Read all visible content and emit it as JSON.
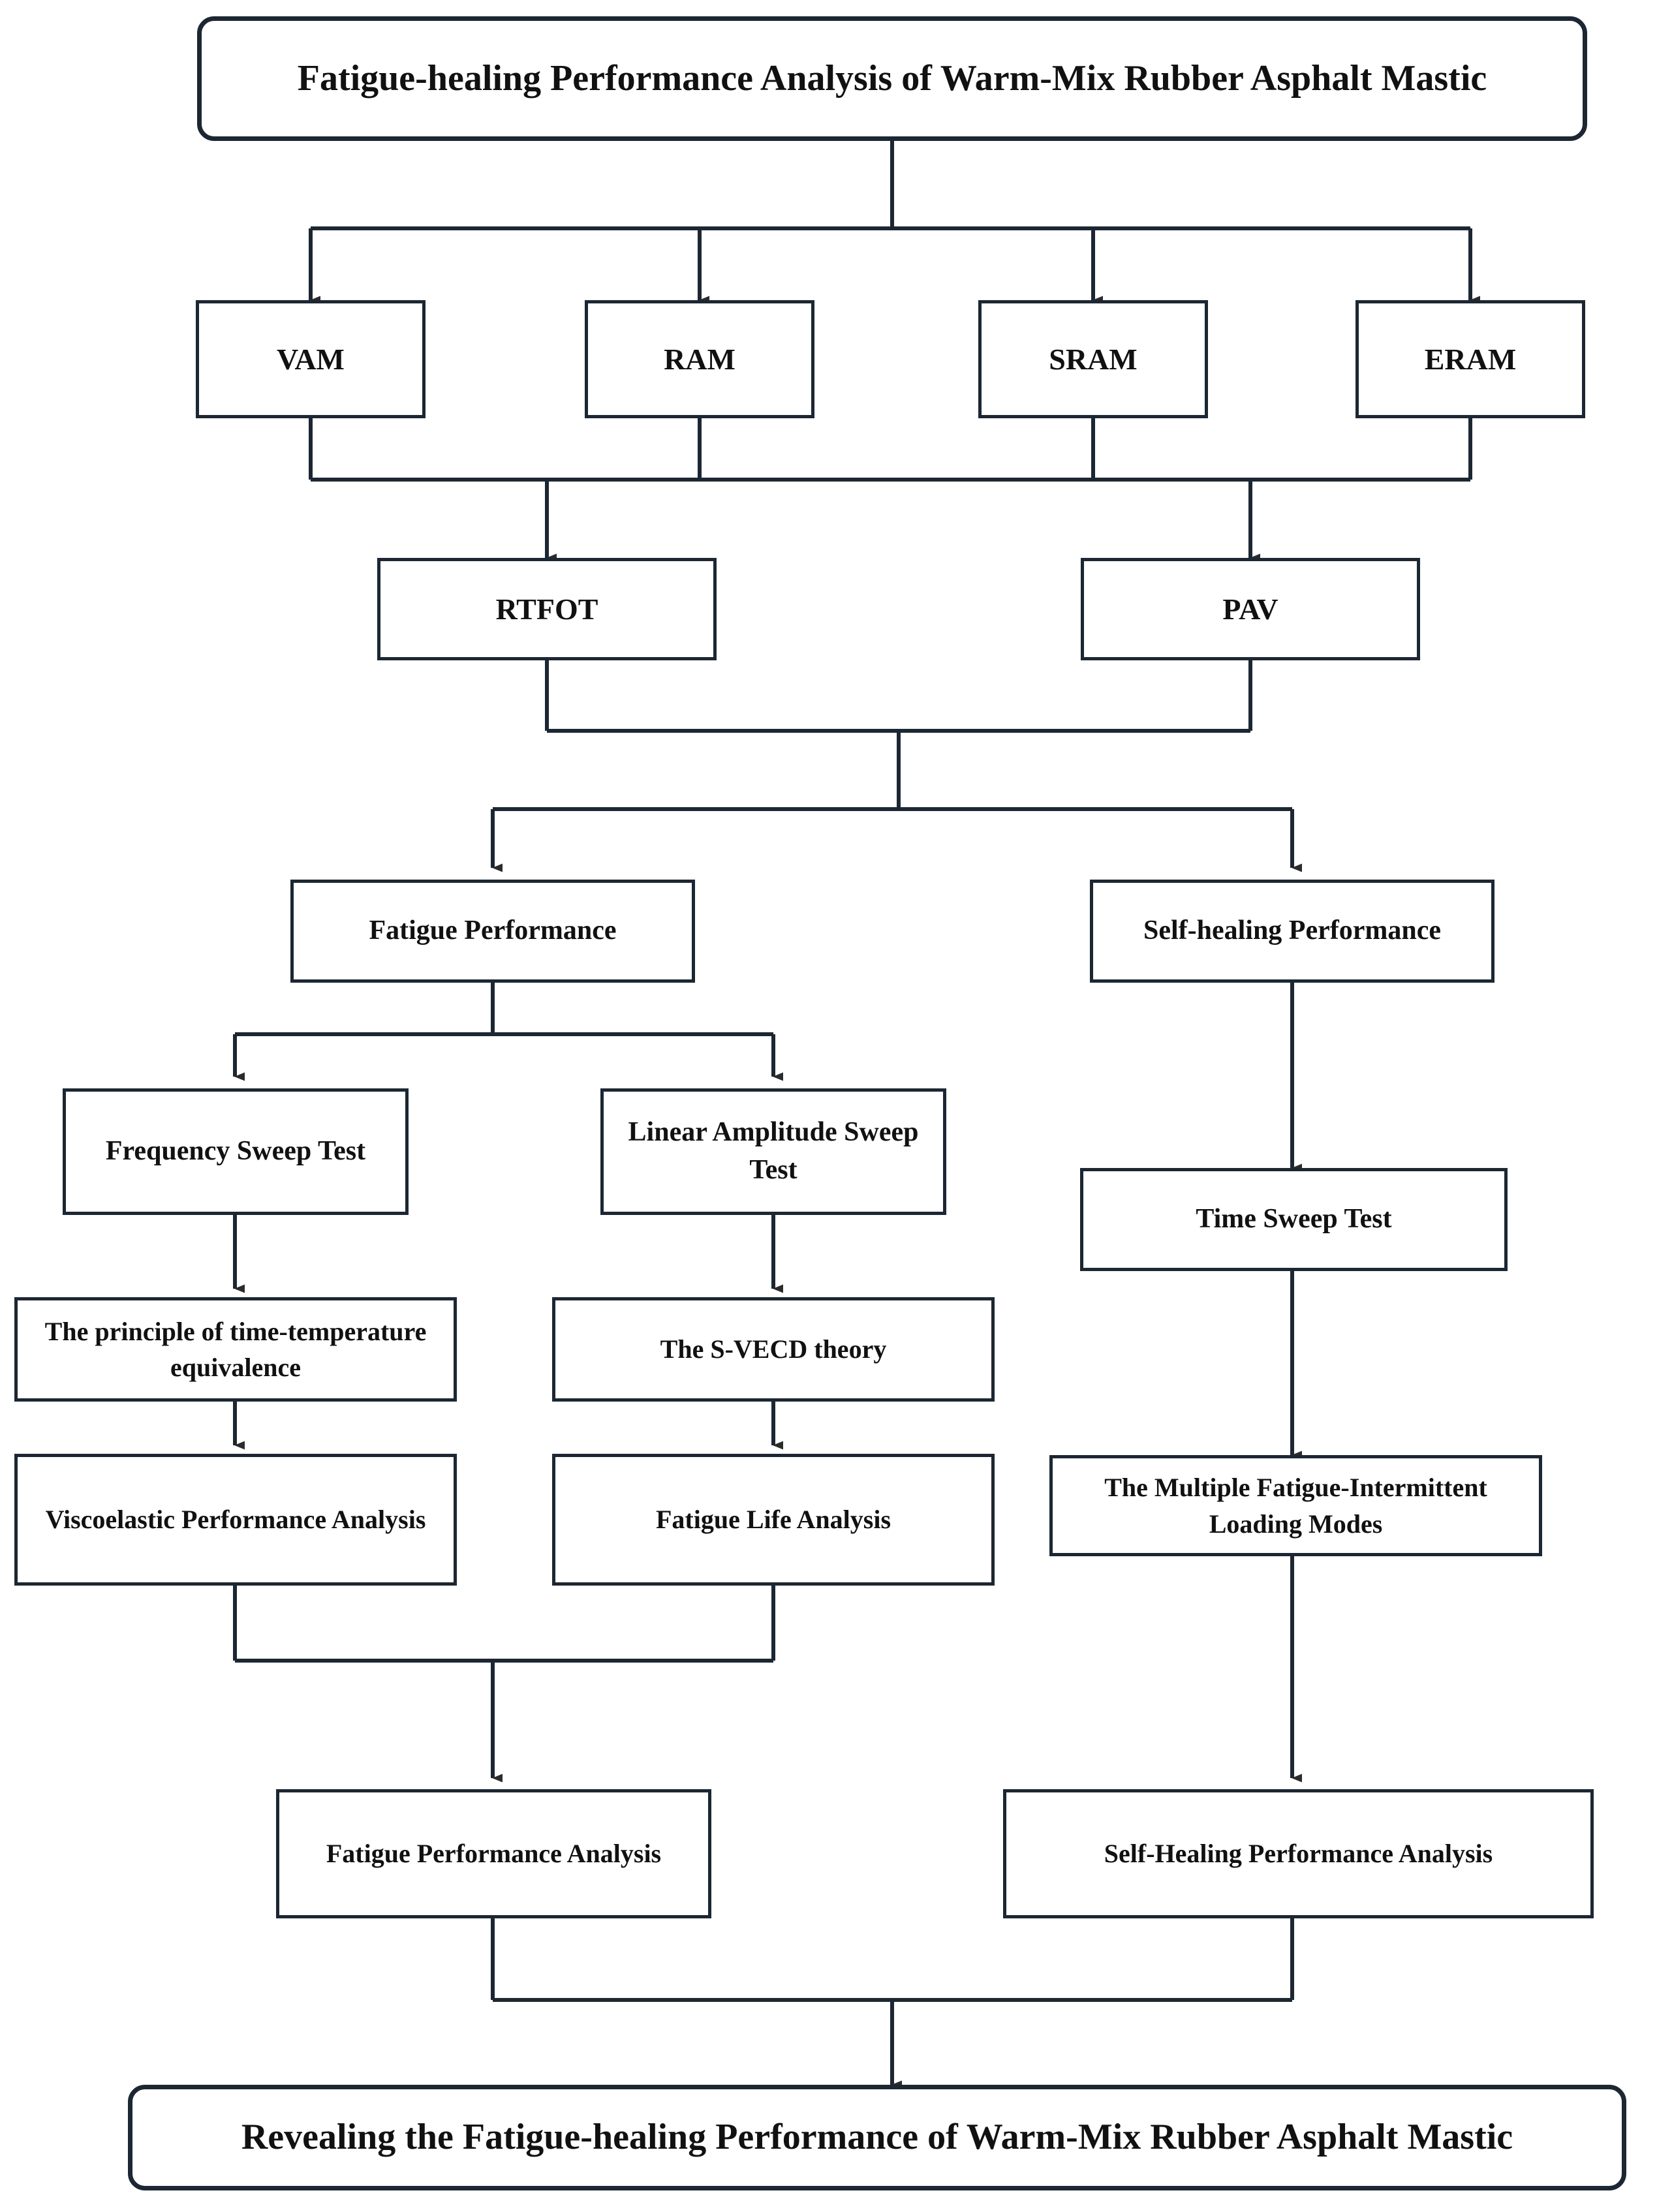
{
  "diagram": {
    "title_box": {
      "label": "Fatigue-healing Performance Analysis of Warm-Mix Rubber Asphalt Mastic"
    },
    "conclusion_box": {
      "label": "Revealing the Fatigue-healing Performance of Warm-Mix Rubber Asphalt Mastic"
    },
    "materials": [
      {
        "label": "VAM"
      },
      {
        "label": "RAM"
      },
      {
        "label": "SRAM"
      },
      {
        "label": "ERAM"
      }
    ],
    "aging": [
      {
        "label": "RTFOT"
      },
      {
        "label": "PAV"
      }
    ],
    "performance": [
      {
        "label": "Fatigue Performance"
      },
      {
        "label": "Self-healing Performance"
      }
    ],
    "tests": [
      {
        "label": "Frequency Sweep Test"
      },
      {
        "label": "Linear Amplitude Sweep Test"
      },
      {
        "label": "Time Sweep Test"
      }
    ],
    "theories": [
      {
        "label": "The principle of time-temperature equivalence"
      },
      {
        "label": "The S-VECD theory"
      },
      {
        "label": "The Multiple Fatigue-Intermittent Loading Modes"
      }
    ],
    "analyses": [
      {
        "label": "Viscoelastic Performance Analysis"
      },
      {
        "label": "Fatigue Life Analysis"
      }
    ],
    "summaries": [
      {
        "label": "Fatigue Performance Analysis"
      },
      {
        "label": "Self-Healing Performance Analysis"
      }
    ],
    "colors": {
      "stroke": "#1c2733",
      "text": "#111111",
      "background": "#ffffff"
    }
  }
}
